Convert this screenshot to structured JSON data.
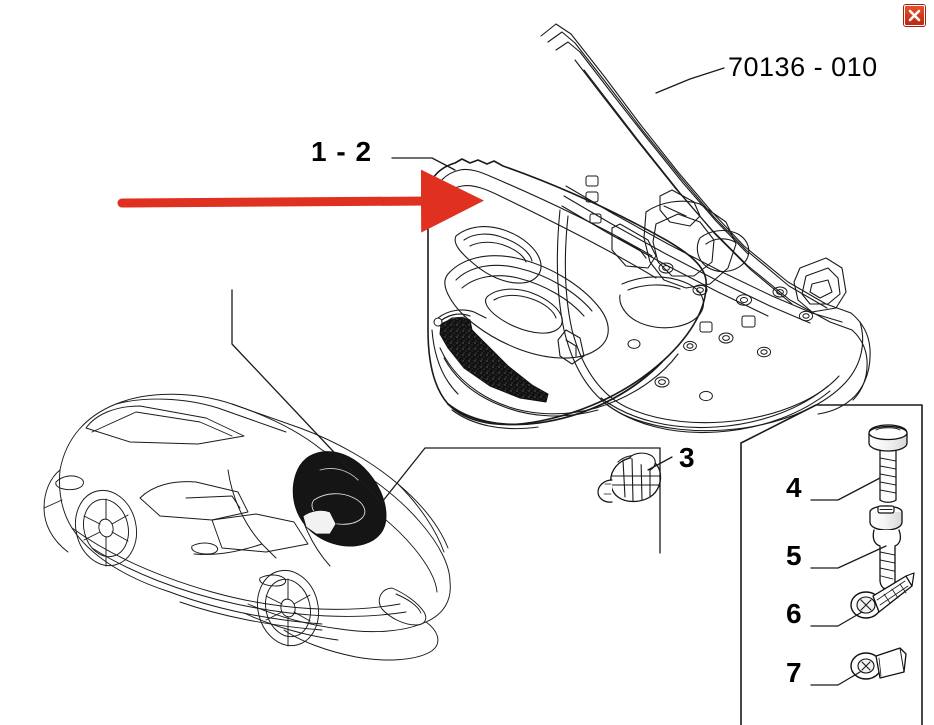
{
  "window": {
    "background_color": "#ffffff",
    "close_button": {
      "icon": "close-icon",
      "tooltip": "Close"
    }
  },
  "diagram": {
    "type": "automotive-spare-parts-exploded-view",
    "subject": "Rear door inner trim panel and fixings",
    "line_color": "#1a1a1a",
    "accent_color": "#e03020",
    "labels": {
      "part_number": "70136 - 010",
      "group_callout": "1 - 2"
    },
    "callouts": [
      {
        "id": "3",
        "label": "3",
        "component": "door-panel-clip"
      },
      {
        "id": "4",
        "label": "4",
        "component": "flanged-bolt"
      },
      {
        "id": "5",
        "label": "5",
        "component": "collar-bolt"
      },
      {
        "id": "6",
        "label": "6",
        "component": "pan-head-self-tapping-screw"
      },
      {
        "id": "7",
        "label": "7",
        "component": "push-in-rivet-clip"
      }
    ],
    "highlight_arrow": {
      "icon": "arrow-right-icon",
      "color": "#e03020",
      "points_to": "door-trim-panel"
    },
    "views": [
      {
        "name": "door-frame-assembly",
        "description": "Rear door shell with window frame and inner panel"
      },
      {
        "name": "door-trim-panel",
        "description": "Interior door trim panel with armrest, grab handle and speaker grille"
      },
      {
        "name": "vehicle-overview",
        "description": "Sedan rear three-quarter view with rear door region highlighted"
      },
      {
        "name": "fasteners-inset",
        "description": "Inset box listing fixing hardware items 4 to 7"
      }
    ]
  }
}
